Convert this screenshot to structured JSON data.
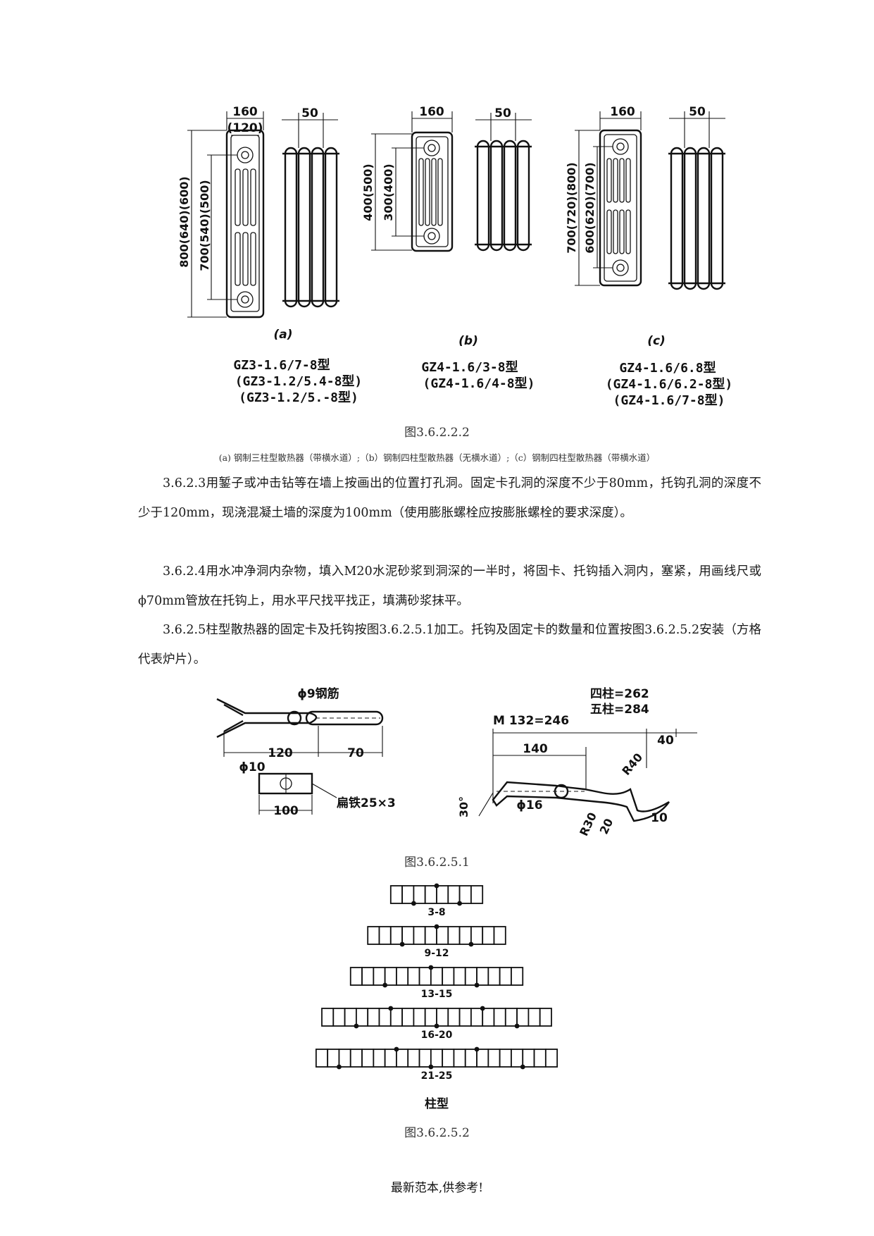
{
  "figure1": {
    "dims": {
      "a_width": "160",
      "a_inner": "(120)",
      "a_depth": "50",
      "a_h1": "800(640)(600)",
      "a_h2": "700(540)(500)",
      "b_width": "160",
      "b_depth": "50",
      "b_h1": "400(500)",
      "b_h2": "300(400)",
      "c_width": "160",
      "c_depth": "50",
      "c_h1": "700(720)(800)",
      "c_h2": "600(620)(700)"
    },
    "labels": [
      "(a)",
      "(b)",
      "(c)"
    ],
    "models": {
      "a": [
        "GZ3-1.6/7-8型",
        "(GZ3-1.2/5.4-8型)",
        "(GZ3-1.2/5.-8型)"
      ],
      "b": [
        "GZ4-1.6/3-8型",
        "(GZ4-1.6/4-8型)"
      ],
      "c": [
        "GZ4-1.6/6.8型",
        "(GZ4-1.6/6.2-8型)",
        "(GZ4-1.6/7-8型)"
      ]
    },
    "caption": "图3.6.2.2.2",
    "subcaption": "(a) 钢制三柱型散热器（带横水道）;（b）钢制四柱型散热器（无横水道）;（c）钢制四柱型散热器（带横水道）"
  },
  "paragraphs": {
    "p1": "3.6.2.3用錾子或冲击钻等在墙上按画出的位置打孔洞。固定卡孔洞的深度不少于80mm，托钩孔洞的深度不少于120mm，现浇混凝土墙的深度为100mm（使用膨胀螺栓应按膨胀螺栓的要求深度）。",
    "p2": "3.6.2.4用水冲净洞内杂物，填入M20水泥砂浆到洞深的一半时，将固卡、托钩插入洞内，塞紧，用画线尺或ϕ70mm管放在托钩上，用水平尺找平找正，填满砂浆抹平。",
    "p3": "3.6.2.5柱型散热器的固定卡及托钩按图3.6.2.5.1加工。托钩及固定卡的数量和位置按图3.6.2.5.2安装（方格代表炉片）。"
  },
  "figure2": {
    "left": {
      "rebar": "ϕ9钢筋",
      "d120": "120",
      "d70": "70",
      "phi10": "ϕ10",
      "flat": "扁铁25×3",
      "d100": "100"
    },
    "right": {
      "four": "四柱=262",
      "five": "五柱=284",
      "m": "M 132=246",
      "d40": "40",
      "d140": "140",
      "angle": "30°",
      "phi16": "ϕ16",
      "r30": "R30",
      "d20": "20",
      "r40": "R40",
      "d10": "10"
    },
    "caption": "图3.6.2.5.1"
  },
  "figure3": {
    "groups": [
      {
        "label": "3-8",
        "cells": 8,
        "top": [
          4
        ],
        "bottom": [
          2,
          6
        ]
      },
      {
        "label": "9-12",
        "cells": 12,
        "top": [
          6
        ],
        "bottom": [
          3,
          9
        ]
      },
      {
        "label": "13-15",
        "cells": 15,
        "top": [
          7
        ],
        "bottom": [
          3,
          11
        ]
      },
      {
        "label": "16-20",
        "cells": 20,
        "top": [
          6,
          14
        ],
        "bottom": [
          3,
          10,
          17
        ]
      },
      {
        "label": "21-25",
        "cells": 21,
        "top": [
          7,
          14
        ],
        "bottom": [
          2,
          10,
          18
        ]
      }
    ],
    "title": "柱型",
    "caption": "图3.6.2.5.2"
  },
  "footer": "最新范本,供参考!"
}
